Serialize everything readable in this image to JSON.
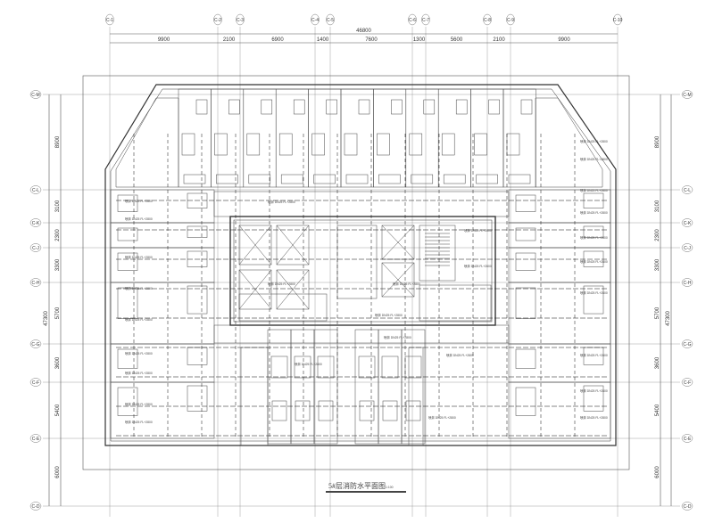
{
  "drawing": {
    "title": "5#层消防水平面图",
    "scale": "1:100",
    "annotation": "喷淋 DN25 FL+2800"
  },
  "columns": {
    "labels": [
      "C-1",
      "C-2",
      "C-3",
      "C-4",
      "C-5",
      "C-6",
      "C-7",
      "C-8",
      "C-9",
      "C-10"
    ],
    "total": "46800",
    "spans": [
      "9900",
      "2100",
      "6900",
      "1400",
      "7600",
      "1300",
      "5600",
      "2100",
      "9900"
    ]
  },
  "rows": {
    "labels": [
      "C-M",
      "C-L",
      "C-K",
      "C-J",
      "C-H",
      "C-G",
      "C-F",
      "C-E",
      "C-D"
    ],
    "total": "47300",
    "spans": [
      "8900",
      "3100",
      "2300",
      "3300",
      "5700",
      "3600",
      "5400",
      "6000"
    ]
  },
  "colors": {
    "line": "#222222",
    "grid": "#555555",
    "wall": "#333333"
  }
}
